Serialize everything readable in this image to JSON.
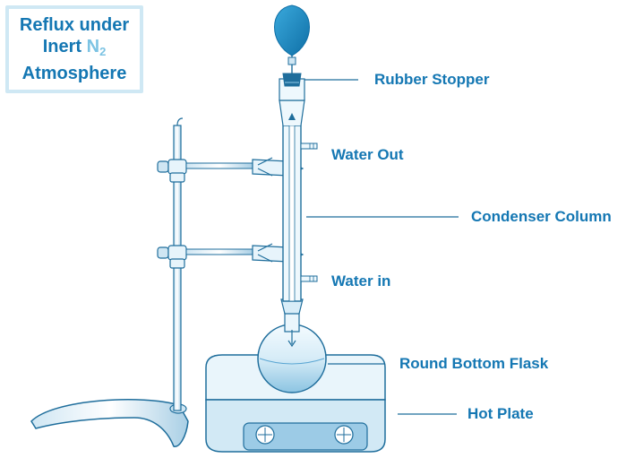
{
  "title": {
    "line1": "Reflux under",
    "line2_prefix": "Inert ",
    "line2_chem": "N",
    "line2_sub": "2",
    "line3": "Atmosphere"
  },
  "labels": {
    "rubber_stopper": "Rubber Stopper",
    "water_out": "Water Out",
    "condenser_column": "Condenser Column",
    "water_in": "Water in",
    "round_bottom_flask": "Round Bottom Flask",
    "hot_plate": "Hot Plate"
  },
  "colors": {
    "label_blue": "#1477b3",
    "title_border": "#cfe8f4",
    "n2_accent": "#7cc3e3",
    "apparatus_line": "#1f6e9c",
    "glass_fill": "#e3f2fa",
    "balloon": "#1f8fc7"
  }
}
